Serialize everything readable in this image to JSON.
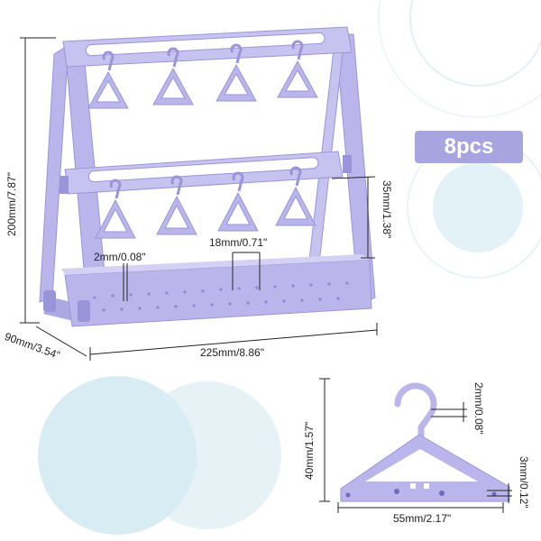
{
  "badge": {
    "count_label": "8pcs"
  },
  "dimensions": {
    "height": "200mm/7.87\"",
    "depth": "90mm/3.54\"",
    "width": "225mm/8.86\"",
    "tier_gap": "35mm/1.38\"",
    "slot_width": "18mm/0.71\"",
    "slot_thickness": "2mm/0.08\"",
    "hanger_height": "40mm/1.57\"",
    "hanger_hook": "2mm/0.08\"",
    "hanger_width": "55mm/2.17\"",
    "hanger_thickness": "3mm/0.12\""
  },
  "colors": {
    "acrylic": "#bab6ec",
    "acrylic_dark": "#9a95d8",
    "acrylic_light": "#d4d1f5",
    "badge": "#a8a4df",
    "circle_blue": "#d9eef4",
    "circle_ring": "#e3f1f4"
  }
}
